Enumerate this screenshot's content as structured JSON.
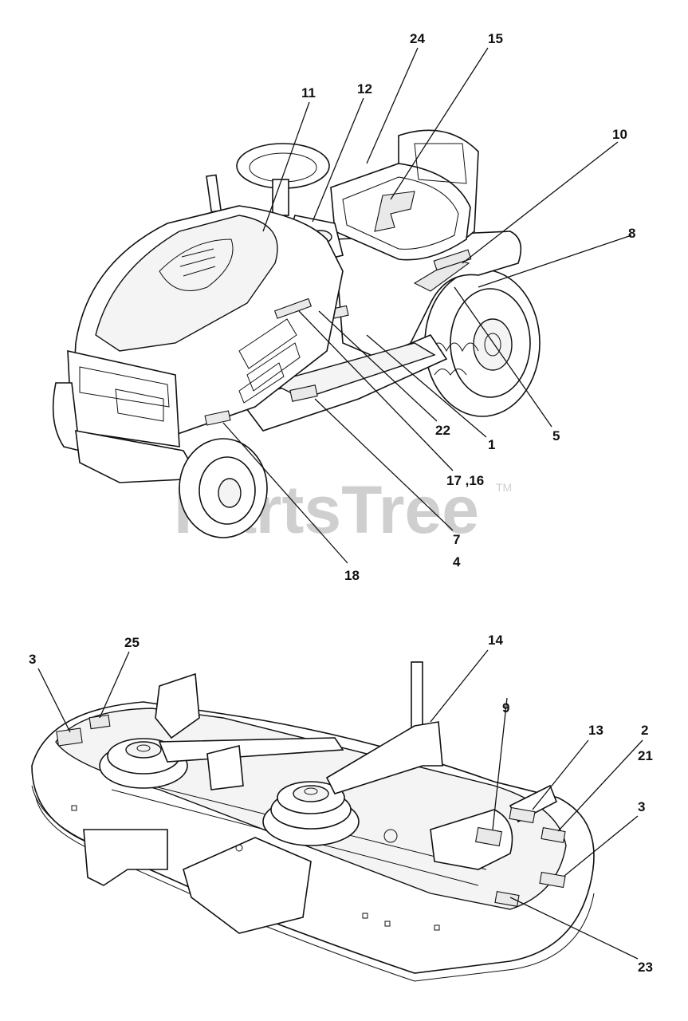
{
  "watermark": {
    "text": "PartsTree",
    "mark": "TM"
  },
  "callouts": {
    "c24": "24",
    "c15": "15",
    "c11": "11",
    "c12": "12",
    "c10": "10",
    "c8": "8",
    "c22": "22",
    "c1": "1",
    "c5": "5",
    "c1716": "17 ,16",
    "c7": "7",
    "c4": "4",
    "c18": "18",
    "c3a": "3",
    "c25": "25",
    "c14": "14",
    "c9": "9",
    "c13": "13",
    "c2": "2",
    "c21": "21",
    "c3b": "3",
    "c23": "23"
  }
}
